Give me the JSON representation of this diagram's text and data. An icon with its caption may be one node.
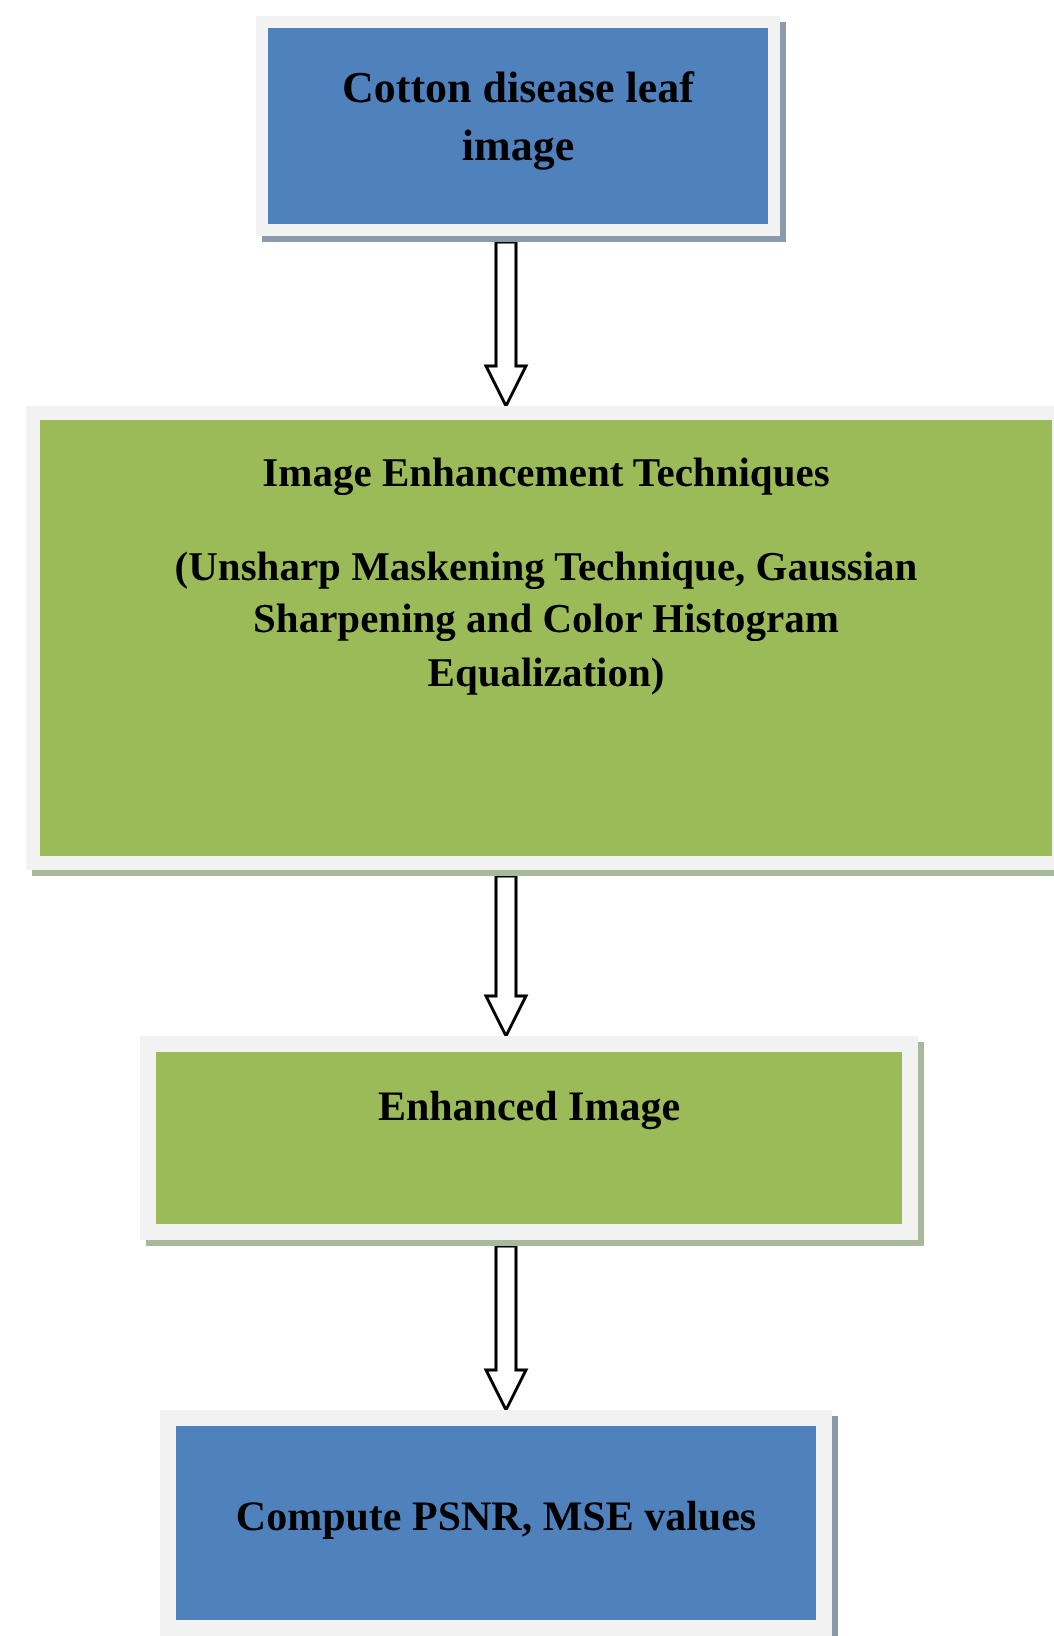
{
  "diagram": {
    "nodes": [
      {
        "text": [
          "Cotton disease leaf image"
        ]
      },
      {
        "text": [
          "Image Enhancement Techniques",
          "(Unsharp Maskening Technique, Gaussian Sharpening and Color Histogram Equalization)"
        ]
      },
      {
        "text": [
          "Enhanced Image"
        ]
      },
      {
        "text": [
          "Compute PSNR, MSE values"
        ]
      }
    ],
    "edges": [
      {
        "from": 0,
        "to": 1,
        "arrow": "to"
      },
      {
        "from": 1,
        "to": 2,
        "arrow": "to"
      },
      {
        "from": 2,
        "to": 3,
        "arrow": "to"
      }
    ]
  }
}
